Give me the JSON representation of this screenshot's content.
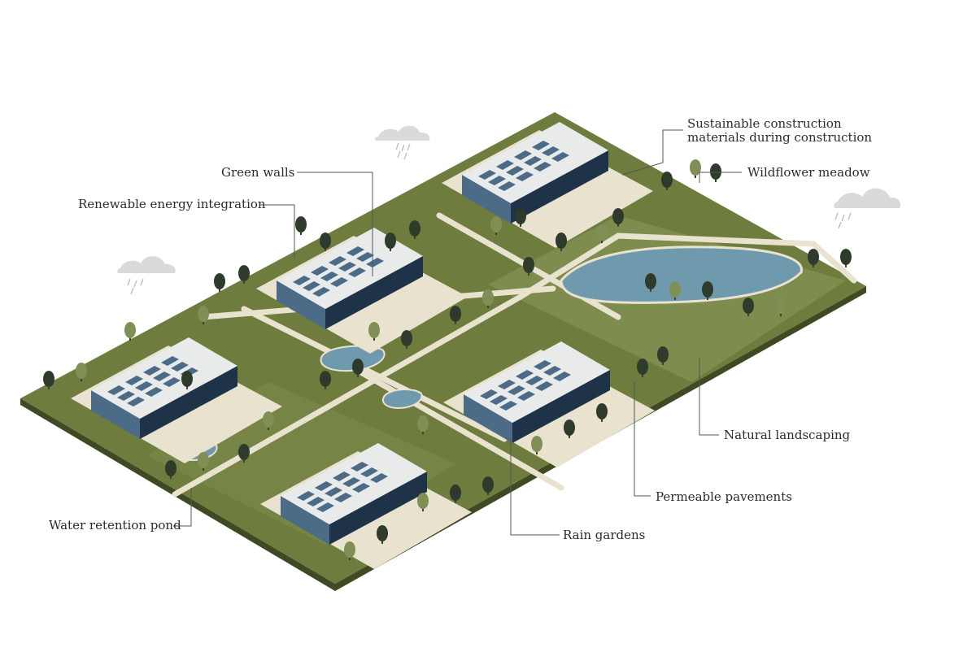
{
  "colors": {
    "ground": "#6e7d3e",
    "ground_edge": "#3f4a23",
    "grass_light": "#8d9a5a",
    "path": "#e8e2cf",
    "water": "#6f9aae",
    "building_roof": "#e9eaea",
    "building_wall": "#1e3347",
    "glass": "#4b6b86",
    "tree_dark": "#2e3a2c",
    "tree_light": "#7f8f55",
    "leader_line": "#555555",
    "label_text": "#2b2b2b"
  },
  "labels": {
    "sustainable_materials": "Sustainable construction materials during construction",
    "green_walls": "Green walls",
    "wildflower_meadow": "Wildflower meadow",
    "renewable_energy": "Renewable energy integration",
    "natural_landscaping": "Natural landscaping",
    "permeable_pavements": "Permeable pavements",
    "rain_gardens": "Rain gardens",
    "water_retention_pond": "Water retention pond"
  },
  "icons": {
    "cloud": "cloud-icon",
    "tree": "tree-icon",
    "building": "building-icon",
    "pond": "pond-icon"
  }
}
